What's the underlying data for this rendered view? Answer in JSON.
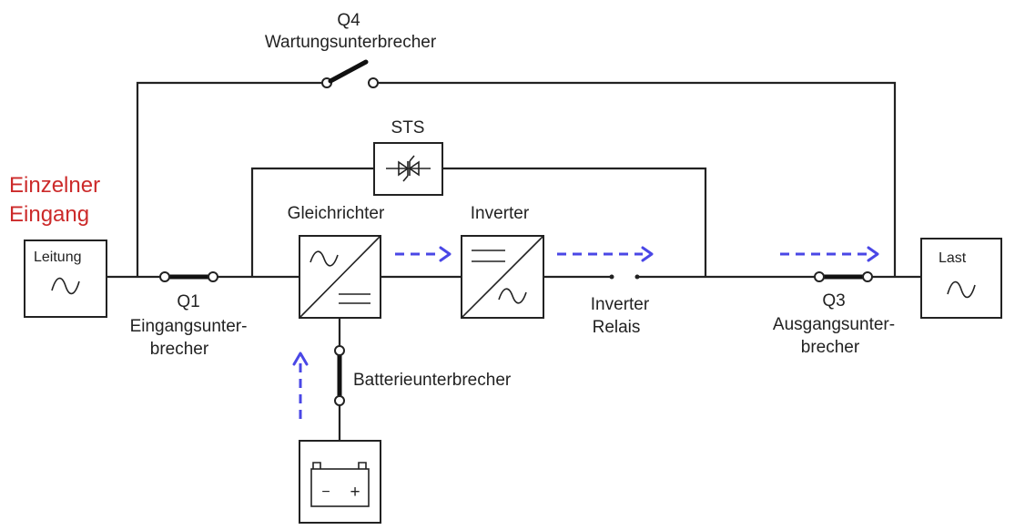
{
  "title": {
    "line1": "Einzelner",
    "line2": "Eingang",
    "color": "#cc2a2a"
  },
  "flow_color": "#4a47e6",
  "nodes": {
    "leitung": {
      "label": "Leitung",
      "icon": "sine-wave-icon"
    },
    "last": {
      "label": "Last",
      "icon": "sine-wave-icon"
    },
    "gleichrichter": {
      "label": "Gleichrichter",
      "icon": "ac-dc-converter-icon"
    },
    "inverter": {
      "label": "Inverter",
      "icon": "dc-ac-converter-icon"
    },
    "sts": {
      "label": "STS",
      "icon": "thyristor-icon"
    },
    "battery": {
      "icon": "battery-icon",
      "minus": "−",
      "plus": "+"
    }
  },
  "switches": {
    "q1": {
      "label1": "Q1",
      "label2": "Eingangsunter-",
      "label3": "brecher"
    },
    "q3": {
      "label1": "Q3",
      "label2": "Ausgangsunter-",
      "label3": "brecher"
    },
    "q4": {
      "label1": "Q4",
      "label2": "Wartungsunterbrecher"
    },
    "battery_breaker": {
      "label": "Batterieunterbrecher"
    },
    "inverter_relay": {
      "label1": "Inverter",
      "label2": "Relais"
    }
  }
}
